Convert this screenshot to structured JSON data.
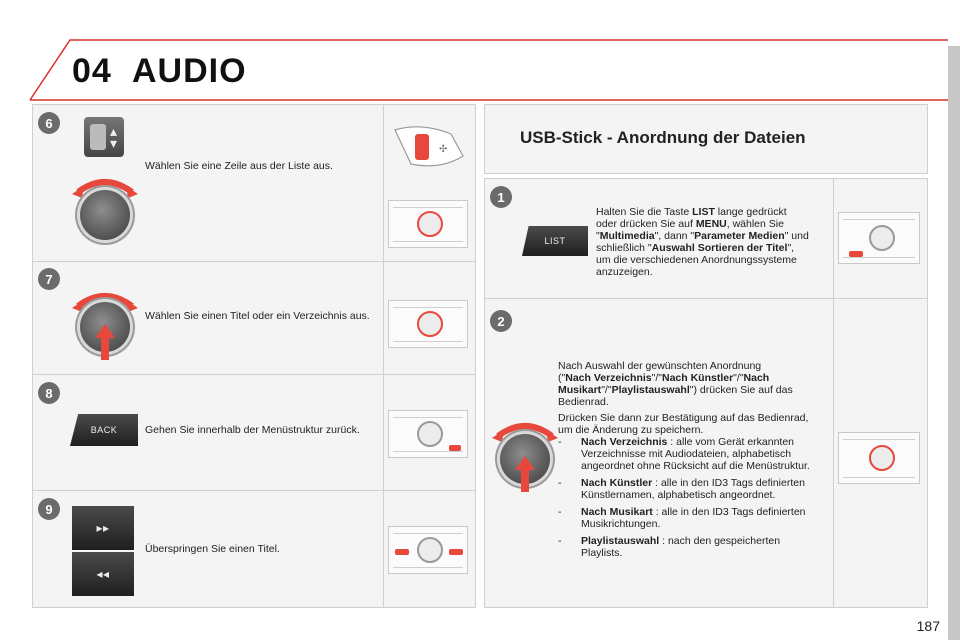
{
  "header": {
    "chapter_number": "04",
    "chapter_title": "AUDIO"
  },
  "left_steps": [
    {
      "number": "6",
      "text": "Wählen Sie eine Zeile aus der Liste aus."
    },
    {
      "number": "7",
      "text": "Wählen Sie einen Titel oder ein Verzeichnis aus."
    },
    {
      "number": "8",
      "text": "Gehen Sie innerhalb der Menüstruktur zurück.",
      "button_label": "BACK"
    },
    {
      "number": "9",
      "text": "Überspringen Sie einen Titel."
    }
  ],
  "usb_section": {
    "title": "USB-Stick - Anordnung der Dateien",
    "step1": {
      "number": "1",
      "button_label": "LIST",
      "line1_a": "Halten Sie die Taste ",
      "line1_b": "LIST",
      "line1_c": " lange gedrückt",
      "line2_a": "oder drücken Sie auf ",
      "line2_b": "MENU",
      "line2_c": ", wählen Sie",
      "line3_a": "\"",
      "line3_b": "Multimedia",
      "line3_c": "\", dann \"",
      "line3_d": "Parameter Medien",
      "line3_e": "\" und",
      "line4_a": "schließlich \"",
      "line4_b": "Auswahl Sortieren der Titel",
      "line4_c": "\",",
      "line5": "um die verschiedenen Anordnungssysteme",
      "line6": "anzuzeigen."
    },
    "step2": {
      "number": "2",
      "p1_line1": "Nach Auswahl der gewünschten Anordnung",
      "p1_line2_a": "(\"",
      "p1_line2_b": "Nach Verzeichnis",
      "p1_line2_c": "\"/\"",
      "p1_line2_d": "Nach Künstler",
      "p1_line2_e": "\"/\"",
      "p1_line2_f": "Nach",
      "p1_line3_a": "Musikart",
      "p1_line3_b": "\"/\"",
      "p1_line3_c": "Playlistauswahl",
      "p1_line3_d": "\") drücken Sie auf das",
      "p1_line4": "Bedienrad.",
      "p2_line1": "Drücken Sie dann zur Bestätigung auf das Bedienrad,",
      "p2_line2": "um die Änderung zu speichern.",
      "bullets": [
        {
          "dash": "-",
          "term": "Nach Verzeichnis",
          "l1": " : alle vom Gerät erkannten",
          "l2": "Verzeichnisse mit Audiodateien, alphabetisch",
          "l3": "angeordnet ohne Rücksicht auf die Menüstruktur."
        },
        {
          "dash": "-",
          "term": "Nach Künstler",
          "l1": " : alle in den ID3 Tags definierten",
          "l2": "Künstlernamen, alphabetisch angeordnet.",
          "l3": ""
        },
        {
          "dash": "-",
          "term": "Nach Musikart",
          "l1": " : alle in den ID3 Tags definierten",
          "l2": "Musikrichtungen.",
          "l3": ""
        },
        {
          "dash": "-",
          "term": "Playlistauswahl",
          "l1": " : nach den gespeicherten",
          "l2": "Playlists.",
          "l3": ""
        }
      ]
    }
  },
  "page_number": "187",
  "colors": {
    "accent_red": "#e8473b",
    "panel_bg": "#f4f4f4",
    "header_line": "#d5312b"
  }
}
